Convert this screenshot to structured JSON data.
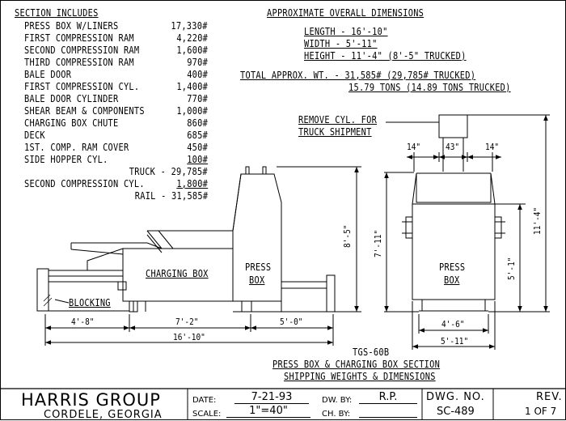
{
  "section_includes": {
    "heading": "SECTION INCLUDES",
    "items": [
      {
        "label": "PRESS BOX W/LINERS",
        "value": "17,330#"
      },
      {
        "label": "FIRST COMPRESSION RAM",
        "value": "4,220#"
      },
      {
        "label": "SECOND COMPRESSION RAM",
        "value": "1,600#"
      },
      {
        "label": "THIRD COMPRESSION RAM",
        "value": "970#"
      },
      {
        "label": "BALE DOOR",
        "value": "400#"
      },
      {
        "label": "FIRST COMPRESSION CYL.",
        "value": "1,400#"
      },
      {
        "label": "BALE DOOR CYLINDER",
        "value": "770#"
      },
      {
        "label": "SHEAR BEAM & COMPONENTS",
        "value": "1,000#"
      },
      {
        "label": "CHARGING BOX CHUTE",
        "value": "860#"
      },
      {
        "label": "DECK",
        "value": "685#"
      },
      {
        "label": "1ST. COMP. RAM COVER",
        "value": "450#"
      },
      {
        "label": "SIDE HOPPER CYL.",
        "value": "100#"
      }
    ],
    "truck_label": "TRUCK - 29,785#",
    "second_cyl_label": "SECOND COMPRESSION CYL.",
    "second_cyl_value": "1,800#",
    "rail_label": "RAIL - 31,585#"
  },
  "overall_dimensions": {
    "heading": "APPROXIMATE OVERALL DIMENSIONS",
    "length": "LENGTH - 16'-10\"",
    "width": "WIDTH - 5'-11\"",
    "height": "HEIGHT - 11'-4\" (8'-5\" TRUCKED)",
    "total_weight": "TOTAL APPROX. WT. - 31,585# (29,785# TRUCKED)",
    "tons": "15.79 TONS (14.89 TONS TRUCKED)"
  },
  "side_view": {
    "charging_box": "CHARGING BOX",
    "press": "PRESS",
    "box": "BOX",
    "blocking": "BLOCKING",
    "dim_a": "4'-8\"",
    "dim_b": "7'-2\"",
    "dim_c": "5'-0\"",
    "dim_total": "16'-10\"",
    "dim_height": "8'-5\""
  },
  "end_view": {
    "remove_cyl_1": "REMOVE CYL. FOR",
    "remove_cyl_2": "TRUCK SHIPMENT",
    "dim_left": "14\"",
    "dim_center": "43\"",
    "dim_right": "14\"",
    "dim_7_11": "7'-11\"",
    "dim_11_4": "11'-4\"",
    "dim_5_1": "5'-1\"",
    "dim_4_6": "4'-6\"",
    "dim_5_11": "5'-11\"",
    "press": "PRESS",
    "box": "BOX"
  },
  "caption": {
    "model": "TGS-60B",
    "line1": "PRESS BOX & CHARGING BOX SECTION",
    "line2": "SHIPPING WEIGHTS & DIMENSIONS"
  },
  "title_block": {
    "company": "HARRIS GROUP",
    "location": "CORDELE, GEORGIA",
    "date_label": "DATE:",
    "date_value": "7-21-93",
    "scale_label": "SCALE:",
    "scale_value": "1\"=40\"",
    "dw_by_label": "DW. BY:",
    "dw_by_value": "R.P.",
    "ch_by_label": "CH. BY:",
    "ch_by_value": "",
    "dwg_no_label": "DWG. NO.",
    "dwg_no_value": "SC-489",
    "rev_label": "REV.",
    "rev_value": "1 OF 7"
  }
}
